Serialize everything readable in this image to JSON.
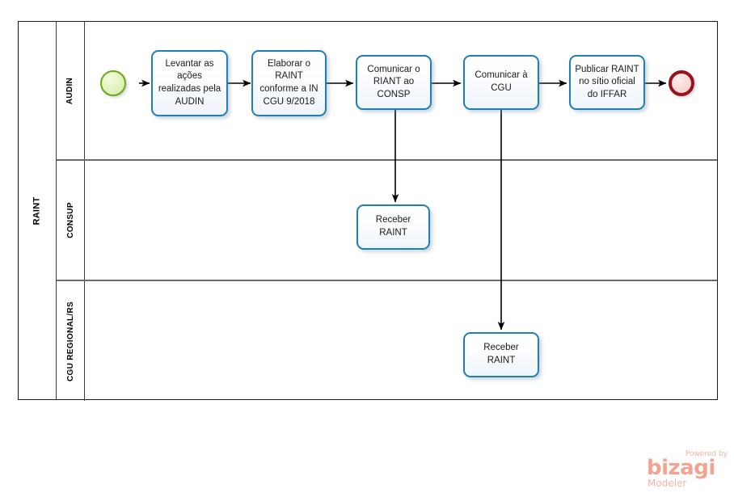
{
  "diagram": {
    "type": "bpmn-process",
    "pool": {
      "name": "RAINT"
    },
    "lanes": [
      {
        "id": "audin",
        "name": "AUDIN"
      },
      {
        "id": "consup",
        "name": "CONSUP"
      },
      {
        "id": "cgu",
        "name": "CGU REGIONAL/RS"
      }
    ],
    "events": [
      {
        "id": "start",
        "kind": "start-event",
        "lane": "audin",
        "label": ""
      },
      {
        "id": "end",
        "kind": "end-event",
        "lane": "audin",
        "label": ""
      }
    ],
    "tasks": [
      {
        "id": "t1",
        "lane": "audin",
        "label": "Levantar as ações realizadas pela AUDIN"
      },
      {
        "id": "t2",
        "lane": "audin",
        "label": "Elaborar o RAINT conforme a IN CGU 9/2018"
      },
      {
        "id": "t3",
        "lane": "audin",
        "label": "Comunicar o RIANT ao CONSP"
      },
      {
        "id": "t4",
        "lane": "audin",
        "label": "Comunicar à CGU"
      },
      {
        "id": "t5",
        "lane": "audin",
        "label": "Publicar RAINT no sítio oficial do IFFAR"
      },
      {
        "id": "t6",
        "lane": "consup",
        "label": "Receber RAINT"
      },
      {
        "id": "t7",
        "lane": "cgu",
        "label": "Receber RAINT"
      }
    ],
    "flows": [
      {
        "from": "start",
        "to": "t1"
      },
      {
        "from": "t1",
        "to": "t2"
      },
      {
        "from": "t2",
        "to": "t3"
      },
      {
        "from": "t3",
        "to": "t4"
      },
      {
        "from": "t4",
        "to": "t5"
      },
      {
        "from": "t5",
        "to": "end"
      },
      {
        "from": "t3",
        "to": "t6"
      },
      {
        "from": "t4",
        "to": "t7"
      }
    ],
    "colors": {
      "task_border": "#1f7fb5",
      "task_fill": "#fbfdff",
      "start_border": "#6aa818",
      "start_fill": "#e2f3bd",
      "end_border": "#98121a",
      "end_fill": "#f8d8d6",
      "lane_divider": "#6b6b6b",
      "pool_border": "#1a1a1a",
      "connector": "#000000"
    }
  },
  "watermark": {
    "powered_by": "Powered by",
    "wordmark": "bizagi",
    "product": "Modeler",
    "color": "#f2a391"
  }
}
